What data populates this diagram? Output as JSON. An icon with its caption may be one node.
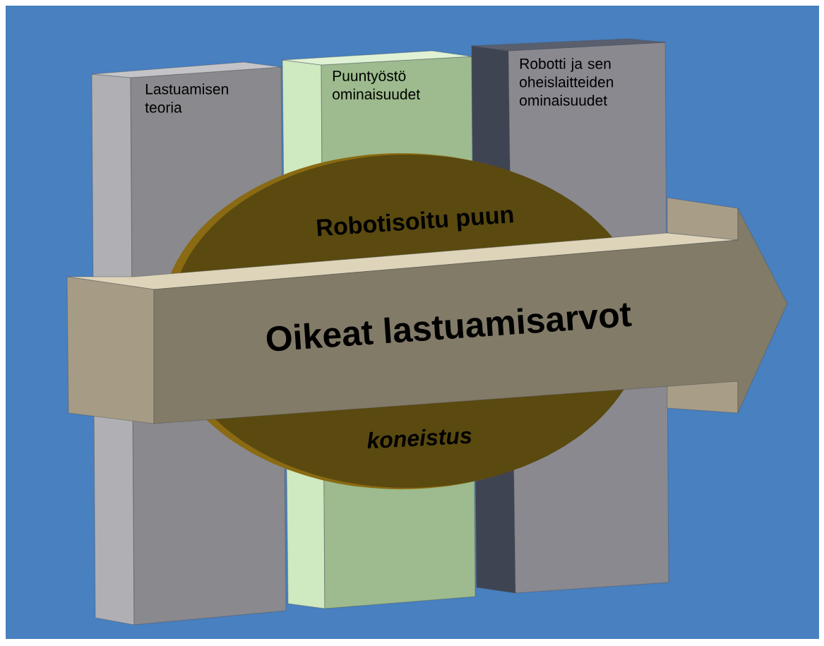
{
  "diagram": {
    "nodes": [
      {
        "text": [
          "Lastuamisen teoria"
        ]
      },
      {
        "text": [
          "Puuntyöstö ominaisuudet"
        ]
      },
      {
        "text": [
          "Robotti ja sen oheislaitteiden ominaisuudet"
        ]
      },
      {
        "text": [
          "Robotisoitu puun",
          "koneistus"
        ]
      },
      {
        "text": [
          "Oikeat lastuamisarvot"
        ]
      }
    ]
  }
}
